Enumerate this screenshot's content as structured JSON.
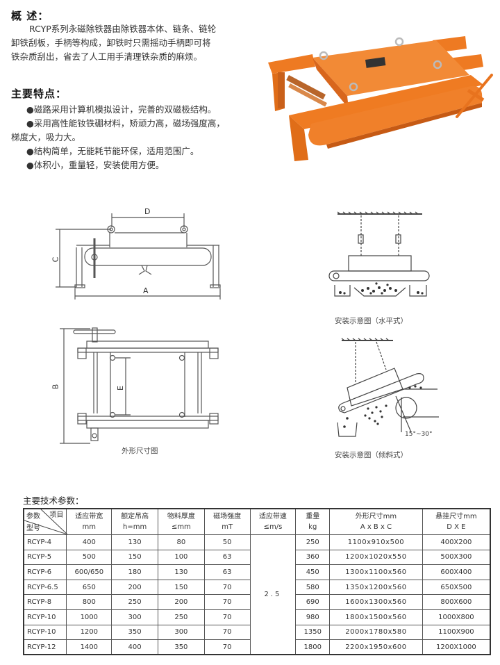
{
  "overview": {
    "title": "概 述：",
    "lines": [
      "RCYP系列永磁除铁器由除铁器本体、链条、链轮",
      "卸铁刮板，手柄等构成，卸铁时只需摇动手柄即可将",
      "铁杂质刮出，省去了人工用手清理铁杂质的麻烦。"
    ]
  },
  "features": {
    "title": "主要特点：",
    "items": [
      {
        "bullet": "●",
        "text": "磁路采用计算机模拟设计，完善的双磁极结构。"
      },
      {
        "bullet": "●",
        "text": "采用高性能钕铁硼材料，矫顽力高，磁场强度高，",
        "cont": "梯度大，吸力大。"
      },
      {
        "bullet": "●",
        "text": "结构简单，无能耗节能环保，适用范围广。"
      },
      {
        "bullet": "●",
        "text": "体积小，重量轻，安装使用方便。"
      }
    ]
  },
  "product_photo": {
    "color": "#f07a1e",
    "shade": "#d9621a"
  },
  "diagrams": {
    "outline_caption": "外形尺寸图",
    "labels": {
      "A": "A",
      "B": "B",
      "C": "C",
      "D": "D",
      "E": "E"
    },
    "install_horizontal_caption": "安装示意图（水平式）",
    "install_incline_caption": "安装示意图（倾斜式）",
    "angle_label": "15°~30°"
  },
  "specs": {
    "title": "主要技术参数：",
    "corner": {
      "top_left": "参数",
      "top_right": "项目",
      "bottom_left": "型号"
    },
    "headers": [
      {
        "l1": "适应带宽",
        "l2": "mm"
      },
      {
        "l1": "额定吊高",
        "l2": "h=mm"
      },
      {
        "l1": "物料厚度",
        "l2": "≤mm"
      },
      {
        "l1": "磁场强度",
        "l2": "mT"
      },
      {
        "l1": "适应带速",
        "l2": "≤m/s"
      },
      {
        "l1": "重量",
        "l2": "kg"
      },
      {
        "l1": "外形尺寸mm",
        "l2": "A x B x C"
      },
      {
        "l1": "悬挂尺寸mm",
        "l2": "D X E"
      }
    ],
    "belt_speed": "2.5",
    "rows": [
      {
        "model": "RCYP-4",
        "width": "400",
        "height": "130",
        "thickness": "80",
        "field": "50",
        "weight": "250",
        "dims": "1100x910x500",
        "hang": "400X200"
      },
      {
        "model": "RCYP-5",
        "width": "500",
        "height": "150",
        "thickness": "100",
        "field": "63",
        "weight": "360",
        "dims": "1200x1020x550",
        "hang": "500X300"
      },
      {
        "model": "RCYP-6",
        "width": "600/650",
        "height": "180",
        "thickness": "130",
        "field": "63",
        "weight": "450",
        "dims": "1300x1100x560",
        "hang": "600X400"
      },
      {
        "model": "RCYP-6.5",
        "width": "650",
        "height": "200",
        "thickness": "150",
        "field": "70",
        "weight": "580",
        "dims": "1350x1200x560",
        "hang": "650X500"
      },
      {
        "model": "RCYP-8",
        "width": "800",
        "height": "250",
        "thickness": "200",
        "field": "70",
        "weight": "690",
        "dims": "1600x1300x560",
        "hang": "800X600"
      },
      {
        "model": "RCYP-10",
        "width": "1000",
        "height": "300",
        "thickness": "250",
        "field": "70",
        "weight": "980",
        "dims": "1800x1500x560",
        "hang": "1000X800"
      },
      {
        "model": "RCYP-10",
        "width": "1200",
        "height": "350",
        "thickness": "300",
        "field": "70",
        "weight": "1350",
        "dims": "2000x1780x580",
        "hang": "1100X900"
      },
      {
        "model": "RCYP-12",
        "width": "1400",
        "height": "400",
        "thickness": "350",
        "field": "70",
        "weight": "1800",
        "dims": "2200x1950x600",
        "hang": "1200X1000"
      }
    ]
  }
}
